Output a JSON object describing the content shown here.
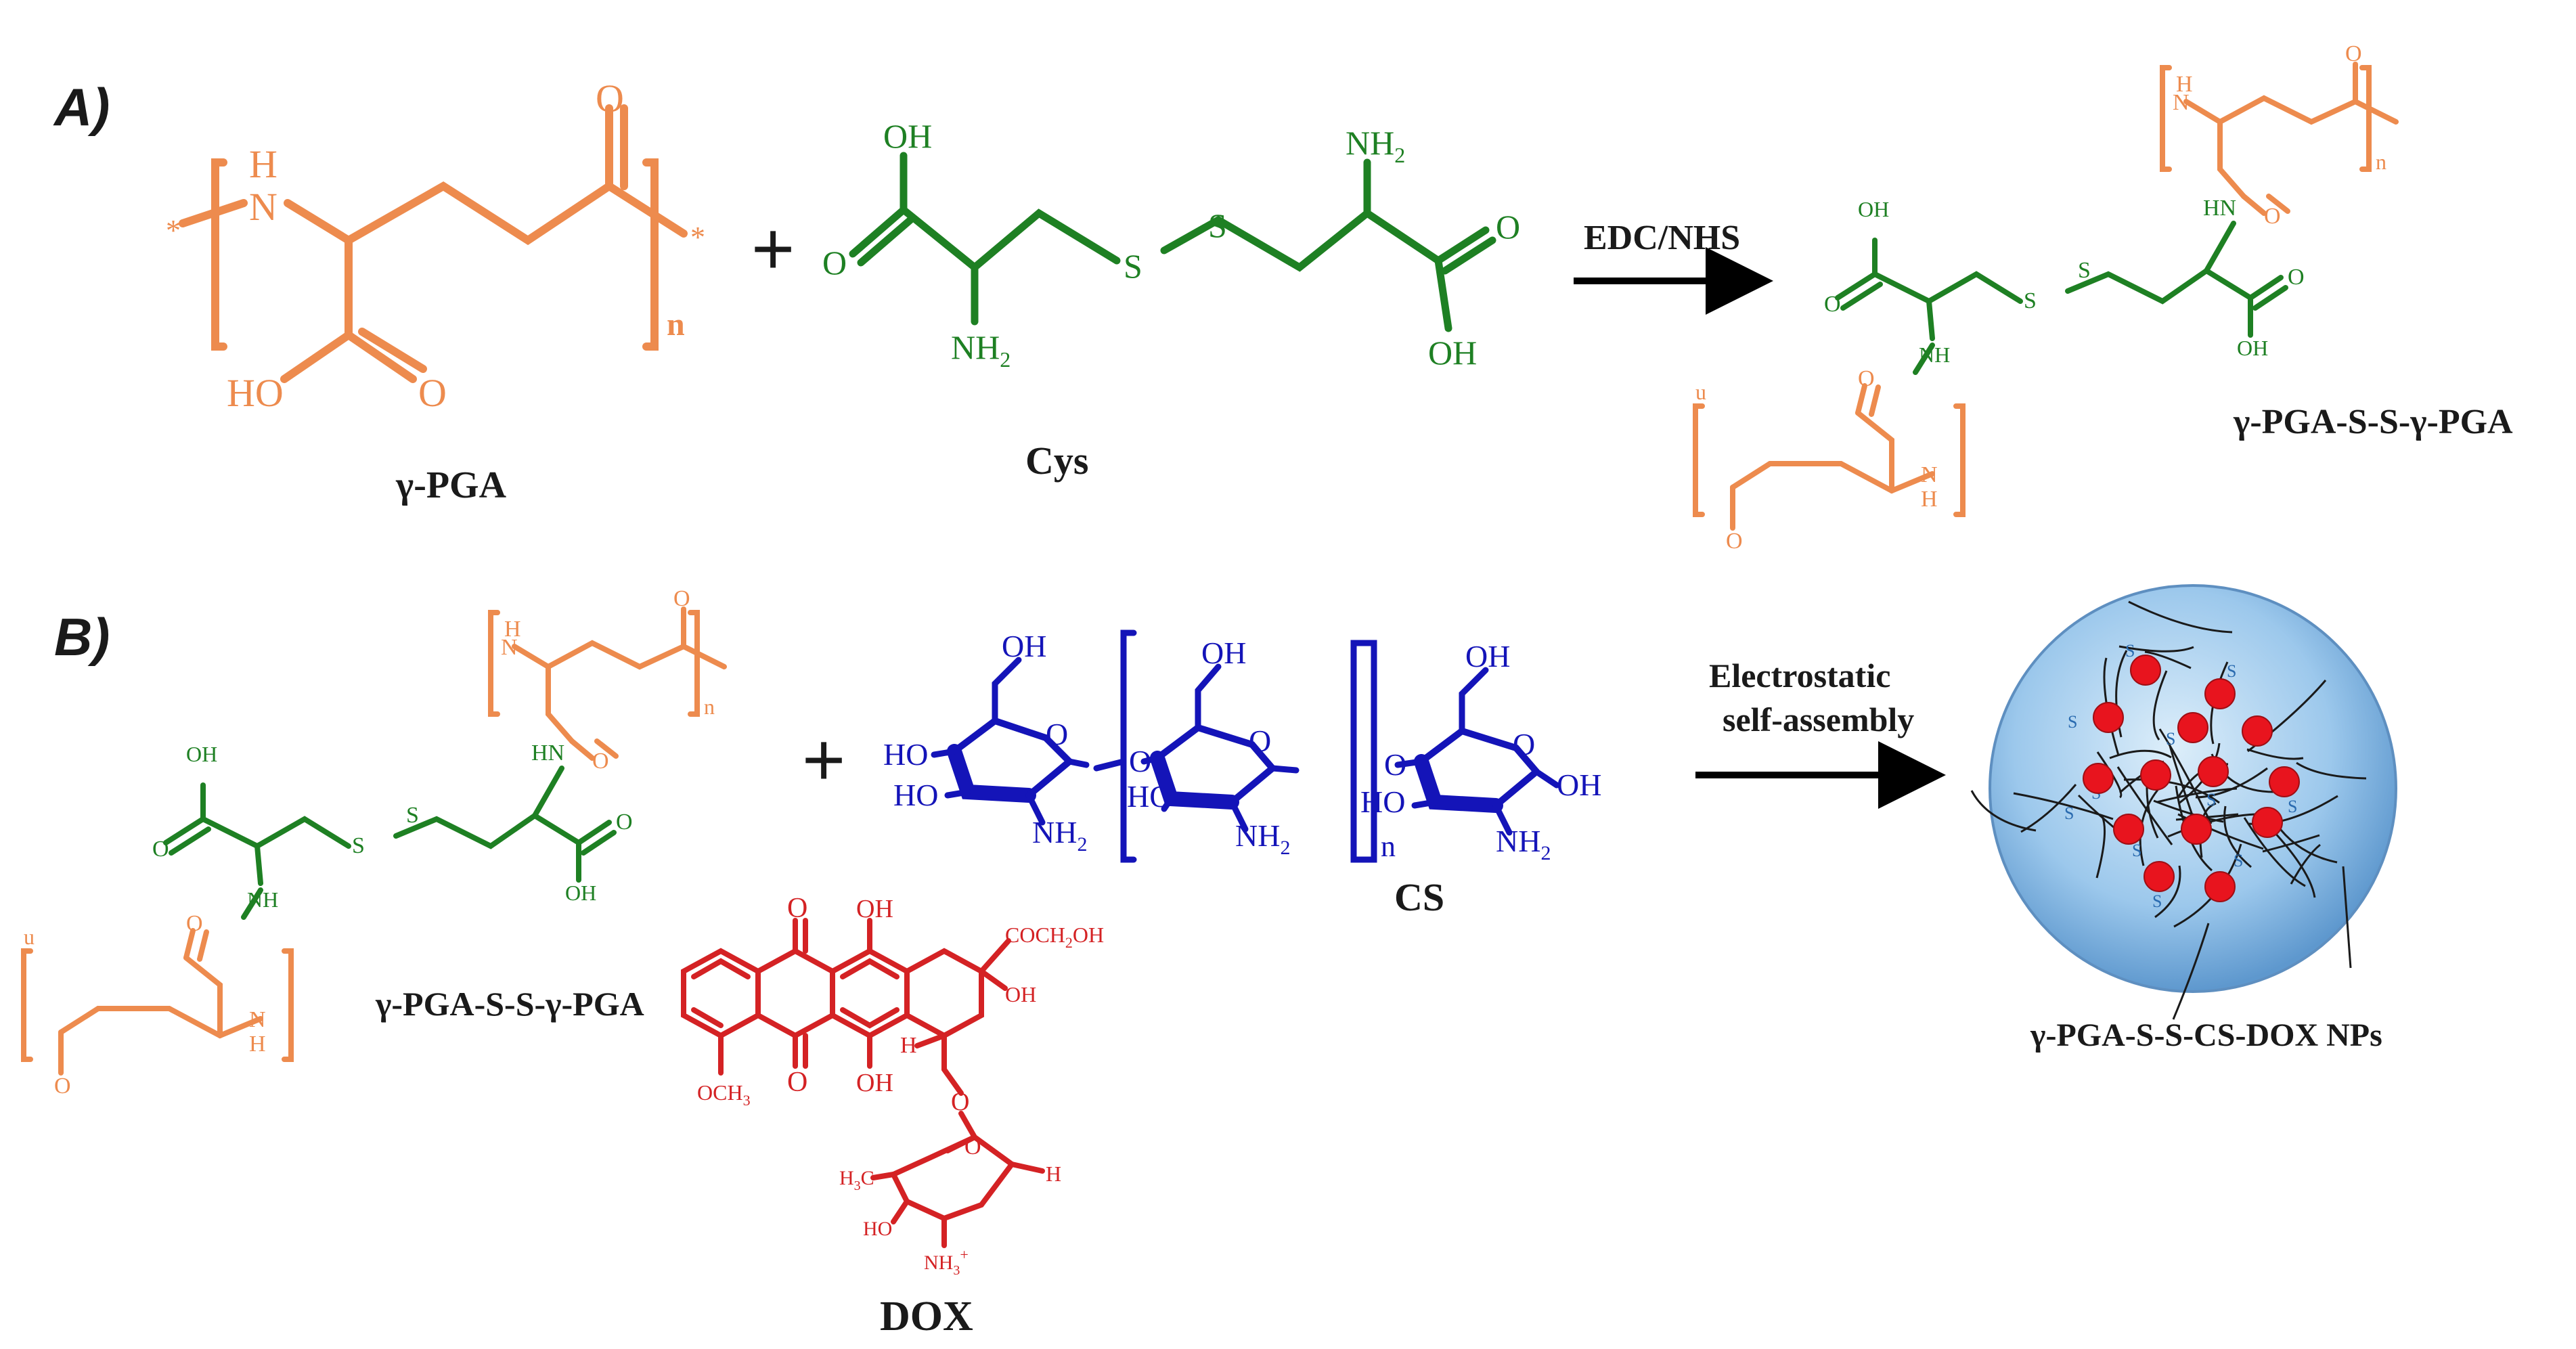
{
  "panel_a": {
    "label": "A)",
    "pga": {
      "name": "γ-PGA",
      "nh": "N",
      "h": "H",
      "o": "O",
      "ho": "HO",
      "o2": "O",
      "n": "n",
      "star": "*"
    },
    "plus": "+",
    "cys": {
      "name": "Cys",
      "oh": "OH",
      "o": "O",
      "nh2": "NH",
      "sub2": "2",
      "s1": "S",
      "s2": "S",
      "nh2b": "NH",
      "ob": "O",
      "ohb": "OH"
    },
    "reagent": "EDC/NHS",
    "product": {
      "name": "γ-PGA-S-S-γ-PGA",
      "hn": "HN",
      "o": "O",
      "oh": "OH",
      "nh": "NH",
      "s": "S",
      "n": "n",
      "u": "u",
      "h": "H",
      "o2": "O"
    }
  },
  "panel_b": {
    "label": "B)",
    "product_name": "γ-PGA-S-S-γ-PGA",
    "plus": "+",
    "cs": {
      "name": "CS",
      "oh": "OH",
      "ho": "HO",
      "o": "O",
      "nh2": "NH",
      "sub2": "2",
      "n": "n"
    },
    "dox": {
      "name": "DOX",
      "o": "O",
      "oh": "OH",
      "och3": "OCH",
      "sub3": "3",
      "coch2oh": "COCH",
      "sub2": "2",
      "oh_tail": "OH",
      "h": "H",
      "h3c": "H",
      "c": "C",
      "nh3": "NH",
      "plus_sup": "+"
    },
    "process": [
      "Electrostatic",
      "self-assembly"
    ],
    "np_name": "γ-PGA-S-S-CS-DOX NPs",
    "np_s": "S"
  },
  "colors": {
    "pga": "#ED8B4E",
    "cys": "#1E8023",
    "cs": "#1414B8",
    "dox": "#D42224",
    "text": "#1a1a1a",
    "np_fill": "#7DB4E0",
    "np_dot": "#E8141E"
  }
}
